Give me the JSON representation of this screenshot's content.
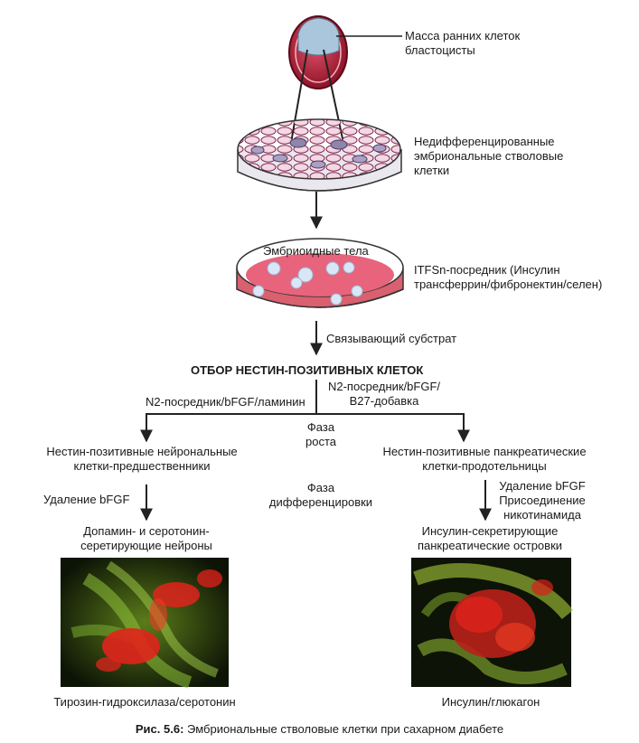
{
  "labels": {
    "inner_cell_mass": [
      "Масса ранних клеток",
      "бластоцисты"
    ],
    "undiff_cells": [
      "Недифференцированные",
      "эмбриональные стволовые",
      "клетки"
    ],
    "embryoid_bodies": "Эмбриоидные тела",
    "itfsn": [
      "ITFSn-посредник (Инсулин",
      "трансферрин/фибронектин/селен)"
    ],
    "binding_substrate": "Связывающий субстрат",
    "selection": "ОТБОР НЕСТИН-ПОЗИТИВНЫХ КЛЕТОК",
    "left_medium": "N2-посредник/bFGF/ламинин",
    "right_medium": [
      "N2-посредник/bFGF/",
      "B27-добавка"
    ],
    "growth_phase": [
      "Фаза",
      "роста"
    ],
    "left_progenitors": [
      "Нестин-позитивные нейрональные",
      "клетки-предшественники"
    ],
    "right_progenitors": [
      "Нестин-позитивные панкреатические",
      "клетки-продотельницы"
    ],
    "left_removal": "Удаление bFGF",
    "right_removal": [
      "Удаление bFGF",
      "Присоединение",
      "никотинамида"
    ],
    "diff_phase": [
      "Фаза",
      "дифференцировки"
    ],
    "left_result": [
      "Допамин- и серотонин-",
      "серетирующие нейроны"
    ],
    "right_result": [
      "Инсулин-секретирующие",
      "панкреатические островки"
    ],
    "left_stain": "Тирозин-гидроксилаза/серотонин",
    "right_stain": "Инсулин/глюкагон"
  },
  "caption": {
    "label": "Рис. 5.6:",
    "text": "Эмбриональные стволовые клетки при сахарном диабете"
  },
  "colors": {
    "blastocyst": "#b8203a",
    "icm": "#a9c6dc",
    "dish_pink": "#e8637c",
    "cell_fill": "#f3d3e0",
    "cell_dark": "#8d86a8",
    "micro_green": "#7fb532",
    "micro_red": "#e0231c"
  }
}
